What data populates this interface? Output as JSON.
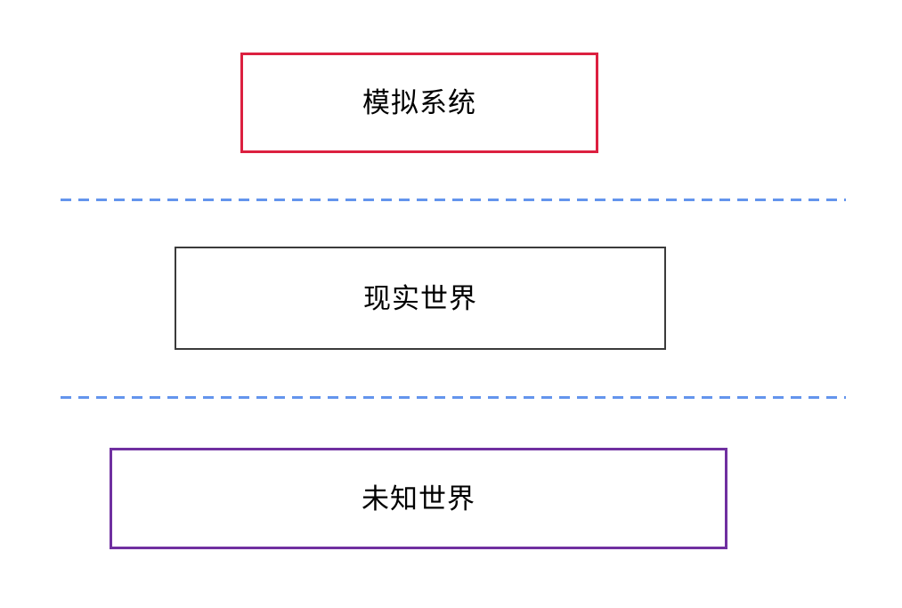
{
  "diagram": {
    "background_color": "#ffffff",
    "text_color": "#000000",
    "boxes": [
      {
        "id": "simulation-system",
        "label": "模拟系统",
        "border_color": "#dc2040",
        "border_style": "solid"
      },
      {
        "id": "real-world",
        "label": "现实世界",
        "border_color": "#3b3b3b",
        "border_style": "solid"
      },
      {
        "id": "unknown-world",
        "label": "未知世界",
        "border_color": "#7030a0",
        "border_style": "solid"
      }
    ],
    "separators": [
      {
        "id": "separator-top",
        "style": "dashed",
        "color": "#6495ed",
        "orientation": "horizontal"
      },
      {
        "id": "separator-bottom",
        "style": "dashed",
        "color": "#6495ed",
        "orientation": "horizontal"
      }
    ]
  }
}
